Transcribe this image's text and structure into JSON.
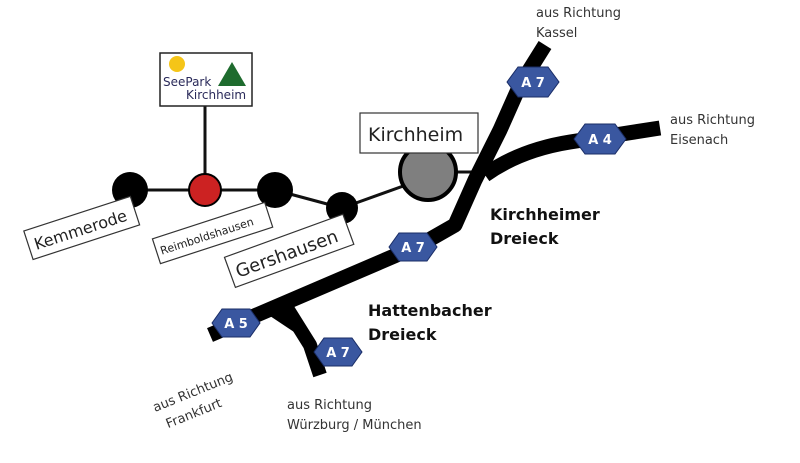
{
  "map": {
    "logo": {
      "line1": "SeePark",
      "line2": "Kirchheim"
    },
    "towns": {
      "kirchheim": "Kirchheim",
      "kemmerode": "Kemmerode",
      "reimboldshausen": "Reimboldshausen",
      "gershausen": "Gershausen"
    },
    "junctions": {
      "kirchheimer": {
        "line1": "Kirchheimer",
        "line2": "Dreieck"
      },
      "hattenbacher": {
        "line1": "Hattenbacher",
        "line2": "Dreieck"
      }
    },
    "shields": {
      "a7_north": "A 7",
      "a4": "A 4",
      "a7_mid": "A 7",
      "a5": "A 5",
      "a7_south": "A 7"
    },
    "directions": {
      "kassel": {
        "line1": "aus Richtung",
        "line2": "Kassel"
      },
      "eisenach": {
        "line1": "aus Richtung",
        "line2": "Eisenach"
      },
      "frankfurt": {
        "line1": "aus Richtung",
        "line2": "Frankfurt"
      },
      "wuerzburg": {
        "line1": "aus Richtung",
        "line2": "Würzburg / München"
      }
    },
    "colors": {
      "shield": "#3a57a0",
      "destination": "#cc2222",
      "kirchheim_node": "#7f7f7f",
      "road": "#000000"
    }
  }
}
